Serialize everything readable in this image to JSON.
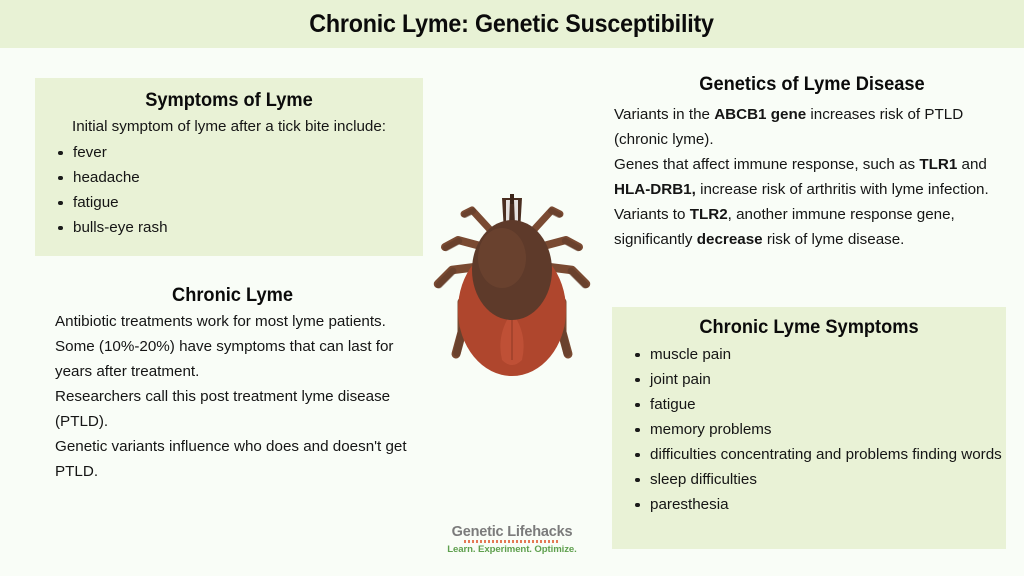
{
  "header": {
    "title": "Chronic Lyme: Genetic Susceptibility"
  },
  "colors": {
    "header_band": "#E8F2D5",
    "panel_green": "#E9F2D6",
    "page_background": "#F9FDF7",
    "tick_abdomen": "#B5492F",
    "tick_scutum": "#5E3A2A",
    "tick_legs": "#7A4A32",
    "logo_name": "#7B7B7B",
    "logo_tagline": "#5FA04E"
  },
  "symptoms_panel": {
    "title": "Symptoms of Lyme",
    "intro": "Initial symptom of lyme after a tick bite include:",
    "items": [
      "fever",
      "headache",
      "fatigue",
      "bulls-eye rash"
    ]
  },
  "chronic_lyme": {
    "title": "Chronic Lyme",
    "lines": [
      "Antibiotic treatments work for most lyme patients.",
      "Some (10%-20%) have symptoms that can last for years after treatment.",
      "Researchers call this post treatment lyme disease (PTLD).",
      "Genetic variants influence who does and doesn't get PTLD."
    ]
  },
  "genetics": {
    "title": "Genetics of Lyme Disease",
    "paragraphs": [
      {
        "segments": [
          {
            "text": "Variants in the ",
            "bold": false
          },
          {
            "text": "ABCB1 gene",
            "bold": true
          },
          {
            "text": " increases risk of PTLD (chronic lyme).",
            "bold": false
          }
        ]
      },
      {
        "segments": [
          {
            "text": "Genes that affect immune response, such as ",
            "bold": false
          },
          {
            "text": "TLR1",
            "bold": true
          },
          {
            "text": " and ",
            "bold": false
          },
          {
            "text": "HLA-DRB1,",
            "bold": true
          },
          {
            "text": " increase risk of arthritis with lyme infection.",
            "bold": false
          }
        ]
      },
      {
        "segments": [
          {
            "text": "Variants to ",
            "bold": false
          },
          {
            "text": "TLR2",
            "bold": true
          },
          {
            "text": ", another immune response gene, significantly ",
            "bold": false
          },
          {
            "text": "decrease",
            "bold": true
          },
          {
            "text": " risk of lyme disease.",
            "bold": false
          }
        ]
      }
    ]
  },
  "chronic_symptoms_panel": {
    "title": "Chronic Lyme Symptoms",
    "items": [
      "muscle pain",
      "joint pain",
      "fatigue",
      "memory problems",
      "difficulties concentrating and problems finding words",
      "sleep difficulties",
      "paresthesia"
    ]
  },
  "illustration": {
    "name": "tick-illustration",
    "description": "deer tick"
  },
  "logo": {
    "name": "Genetic Lifehacks",
    "tagline": "Learn. Experiment. Optimize."
  }
}
